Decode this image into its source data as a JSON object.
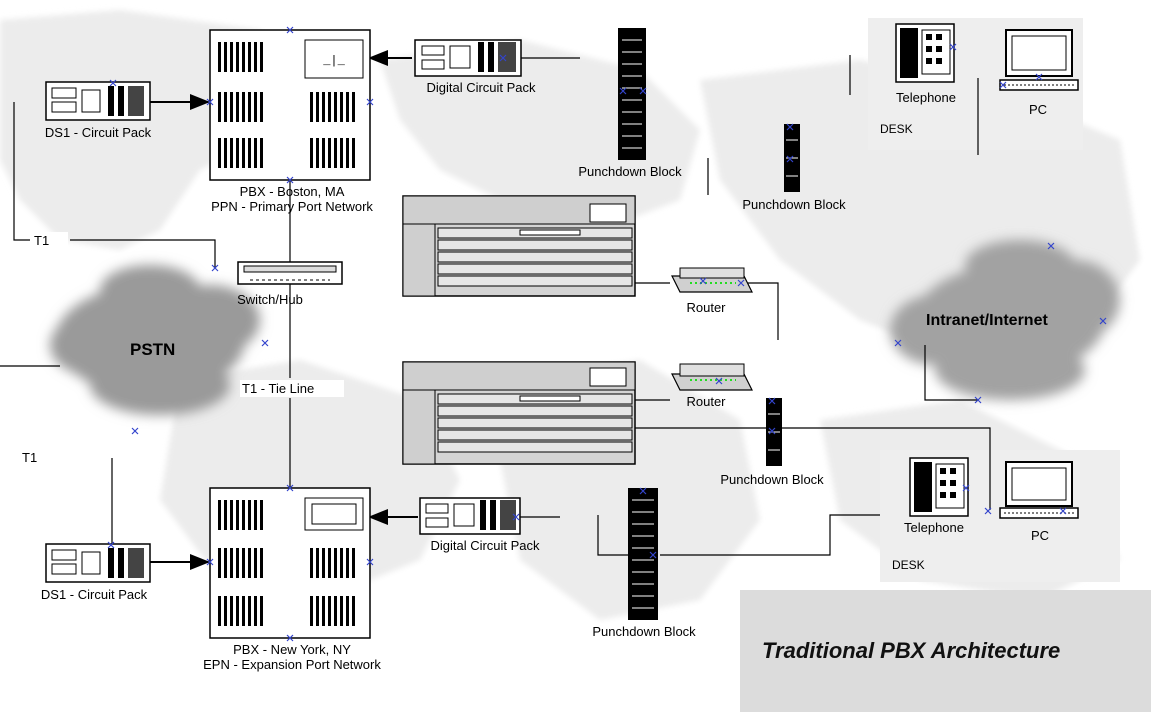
{
  "title": "Traditional PBX Architecture",
  "clouds": {
    "pstn": "PSTN",
    "intranet": "Intranet/Internet"
  },
  "labels": {
    "dsh_circuit_pack_top": "DS1 - Circuit Pack",
    "dsh_circuit_pack_bottom": "DS1 - Circuit Pack",
    "digital_circuit_pack_top": "Digital Circuit Pack",
    "digital_circuit_pack_bottom": "Digital Circuit Pack",
    "pbx_boston_line1": "PBX - Boston, MA",
    "pbx_boston_line2": "PPN - Primary Port Network",
    "pbx_newyork_line1": "PBX - New York, NY",
    "pbx_newyork_line2": "EPN - Expansion Port Network",
    "switch_hub": "Switch/Hub",
    "tie_line": "T1 - Tie Line",
    "t1_top": "T1",
    "t1_bottom": "T1",
    "router_top": "Router",
    "router_bottom": "Router",
    "punchdown_top_center": "Punchdown Block",
    "punchdown_top_right": "Punchdown Block",
    "punchdown_middle_right": "Punchdown Block",
    "punchdown_bottom": "Punchdown Block",
    "telephone_top": "Telephone",
    "telephone_bottom": "Telephone",
    "pc_top": "PC",
    "pc_bottom": "PC",
    "desk_top": "DESK",
    "desk_bottom": "DESK"
  },
  "colors": {
    "background": "#ffffff",
    "title_box": "#dcdcdc",
    "cloud": "#9a9a9a",
    "router_led": "#22dd22",
    "selection_handle": "#3344cc"
  }
}
